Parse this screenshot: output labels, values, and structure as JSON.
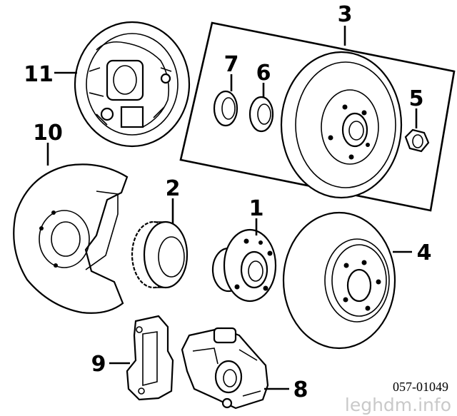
{
  "diagram": {
    "callouts": [
      "1",
      "2",
      "3",
      "4",
      "5",
      "6",
      "7",
      "8",
      "9",
      "10",
      "11"
    ],
    "part_number": "057-01049",
    "watermark": "leghdm.info"
  }
}
